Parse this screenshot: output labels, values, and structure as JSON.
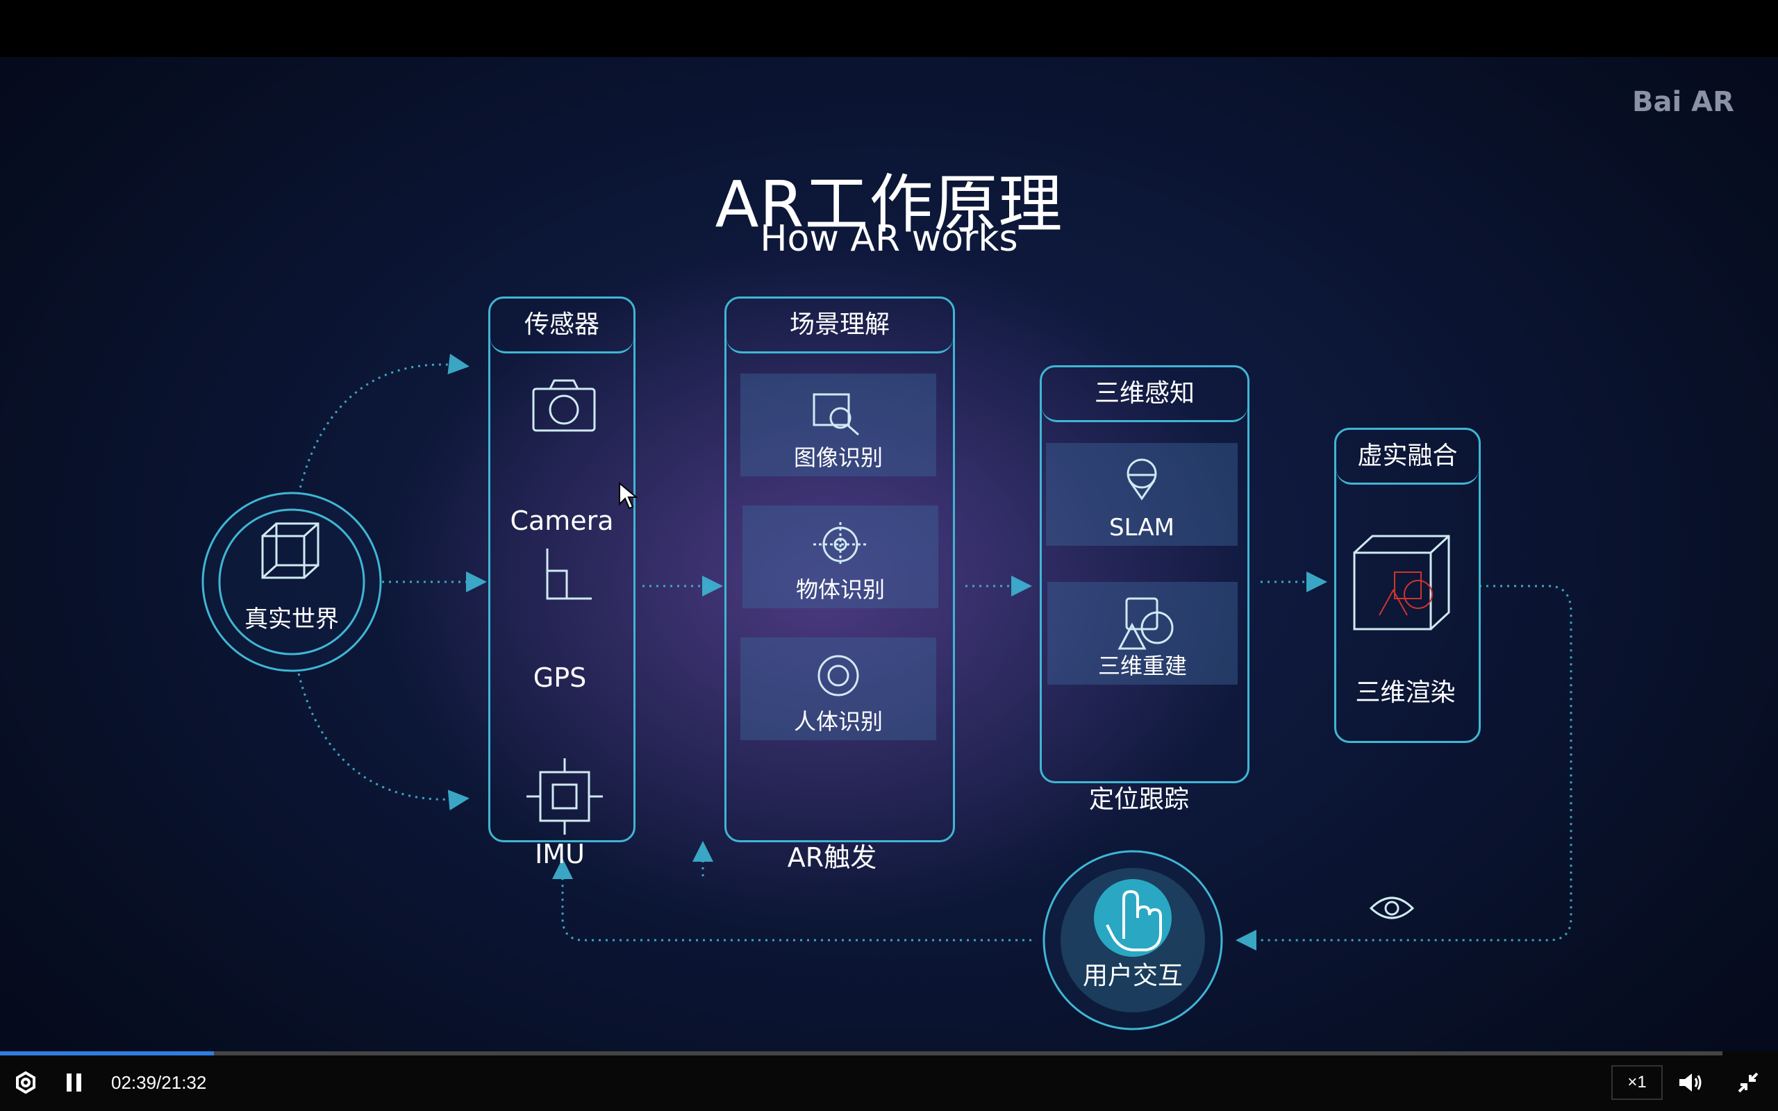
{
  "window": {
    "logo_text": "Bai AR"
  },
  "slide": {
    "title_cn": "AR工作原理",
    "title_en": "How AR works",
    "real_world": "真实世界",
    "sensors": {
      "header": "传感器",
      "items": [
        "Camera",
        "GPS",
        "IMU"
      ]
    },
    "scene": {
      "header": "场景理解",
      "items": [
        "图像识别",
        "物体识别",
        "人体识别"
      ],
      "footer": "AR触发"
    },
    "perception": {
      "header": "三维感知",
      "items": [
        "SLAM",
        "三维重建"
      ],
      "footer": "定位跟踪"
    },
    "fusion": {
      "header": "虚实融合",
      "label": "三维渲染"
    },
    "interaction": "用户交互"
  },
  "player": {
    "time_display": "02:39/21:32",
    "progress": 0.124,
    "speed_label": "×1"
  },
  "colors": {
    "accent": "#3fb6d4",
    "progress": "#2f7de1",
    "background": "#0b1533"
  }
}
